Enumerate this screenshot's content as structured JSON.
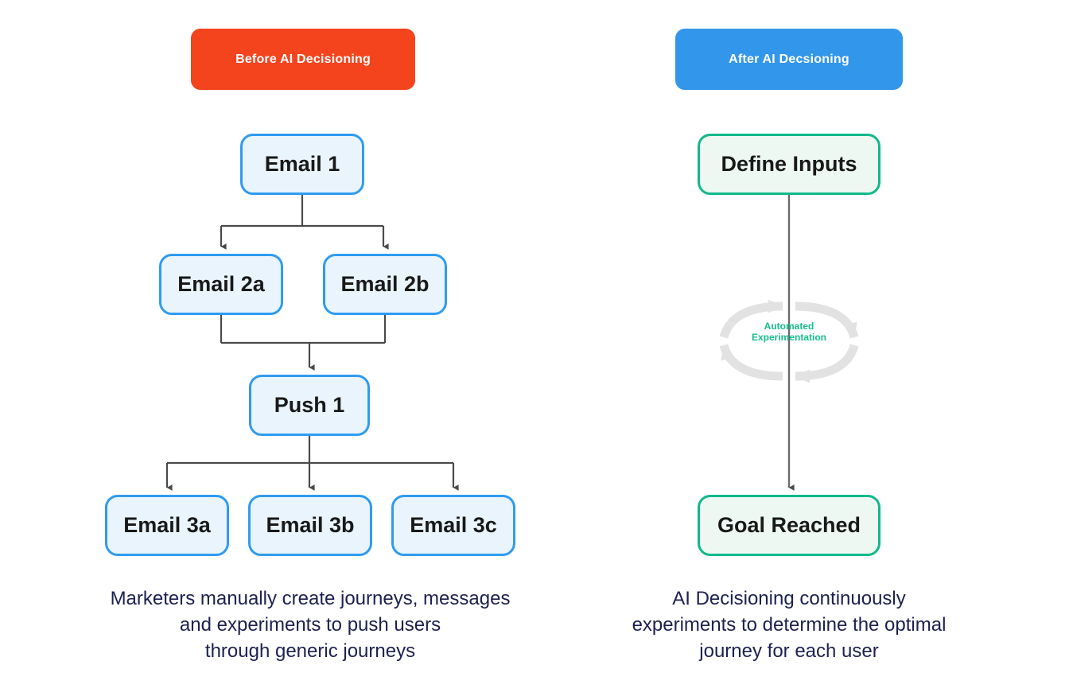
{
  "page": {
    "title": "Before and After AI Decisioning Journey Comparison",
    "background": "#ffffff"
  },
  "colors": {
    "before_badge": "#f4441e",
    "after_badge": "#3296eb",
    "node_blue_border": "#2f9bf0",
    "node_blue_fill": "#e9f4fc",
    "node_green_border": "#10b98a",
    "node_green_fill": "#edf8f3",
    "connector_line": "#4a4a4a",
    "loop_arrow": "#e2e2e2",
    "loop_text": "#15bf8d",
    "caption_text": "#1c2150",
    "node_text": "#191919"
  },
  "left_panel": {
    "badge_label": "Before AI Decisioning",
    "nodes": [
      {
        "id": "email1",
        "label": "Email 1"
      },
      {
        "id": "email2a",
        "label": "Email 2a"
      },
      {
        "id": "email2b",
        "label": "Email 2b"
      },
      {
        "id": "push1",
        "label": "Push 1"
      },
      {
        "id": "email3a",
        "label": "Email 3a"
      },
      {
        "id": "email3b",
        "label": "Email 3b"
      },
      {
        "id": "email3c",
        "label": "Email 3c"
      }
    ],
    "caption": "Marketers manually create journeys, messages\nand experiments to push users\nthrough generic journeys"
  },
  "right_panel": {
    "badge_label": "After AI Decsioning",
    "nodes": [
      {
        "id": "define",
        "label": "Define Inputs"
      },
      {
        "id": "goal",
        "label": "Goal Reached"
      }
    ],
    "loop_label": "Automated\nExperimentation",
    "caption": "AI Decisioning continuously\nexperiments to determine the optimal\njourney for each user"
  }
}
